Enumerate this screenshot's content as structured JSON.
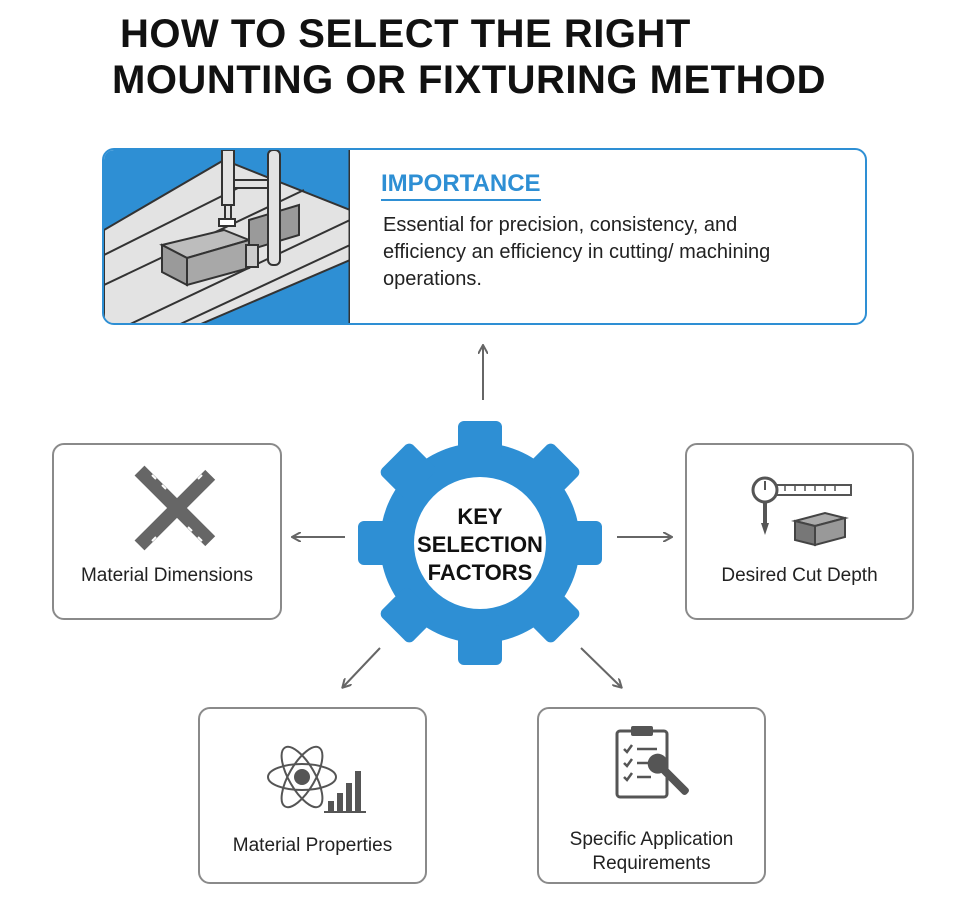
{
  "title": {
    "line1": "HOW TO SELECT THE RIGHT",
    "line2": "MOUNTING OR FIXTURING METHOD"
  },
  "importance": {
    "heading": "IMPORTANCE",
    "text": "Essential for precision, consistency, and efficiency an efficiency in cutting/ machining operations."
  },
  "center": {
    "line1": "KEY",
    "line2": "SELECTION",
    "line3": "FACTORS"
  },
  "factors": {
    "material_dimensions": "Material Dimensions",
    "desired_cut_depth": "Desired Cut Depth",
    "material_properties": "Material Properties",
    "application_requirements_1": "Specific Application",
    "application_requirements_2": "Requirements"
  },
  "colors": {
    "accent": "#2e8fd4",
    "border": "#8a8a8a",
    "icon": "#555555"
  }
}
